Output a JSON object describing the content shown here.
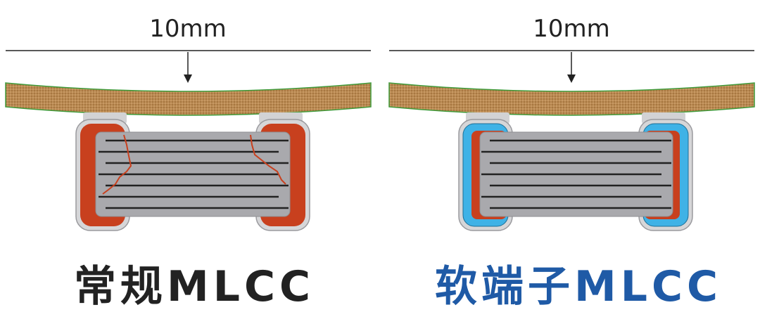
{
  "left_panel": {
    "dimension_label": "10mm",
    "caption": "常规MLCC",
    "caption_color": "#222222"
  },
  "right_panel": {
    "dimension_label": "10mm",
    "caption": "软端子MLCC",
    "caption_color": "#1f5aa6"
  },
  "colors": {
    "pcb_board": "#b98a55",
    "pcb_edge": "#3f9a3a",
    "ceramic_body": "#a9a9ad",
    "electrode_lines": "#222222",
    "termination_inner": "#c8401e",
    "soft_termination_layer": "#3fb2e6",
    "plating": "#d6d6d8",
    "crack": "#c8401e"
  }
}
